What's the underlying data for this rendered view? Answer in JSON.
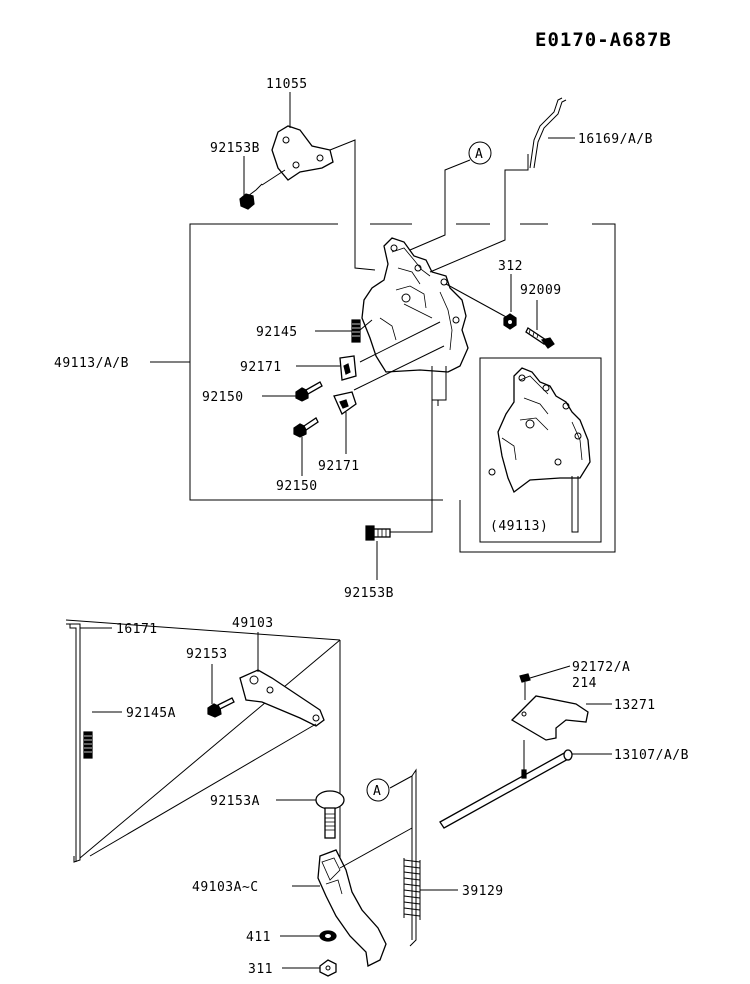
{
  "diagram_code": "E0170‐A687B",
  "callout_a": "A",
  "labels": {
    "p11055": "11055",
    "p92153b_top": "92153B",
    "p16169": "16169/A/B",
    "p312": "312",
    "p92009": "92009",
    "p92145": "92145",
    "p49113ab": "49113/A/B",
    "p92171_a": "92171",
    "p92150_a": "92150",
    "p92171_b": "92171",
    "p92150_b": "92150",
    "p49113_inset": "(49113)",
    "p92153b_bottom": "92153B",
    "p16171": "16171",
    "p49103": "49103",
    "p92153": "92153",
    "p92145a": "92145A",
    "p92172a": "92172/A",
    "p214": "214",
    "p13271": "13271",
    "p13107": "13107/A/B",
    "p92153a": "92153A",
    "p49103a": "49103A~C",
    "p39129": "39129",
    "p411": "411",
    "p311": "311"
  }
}
